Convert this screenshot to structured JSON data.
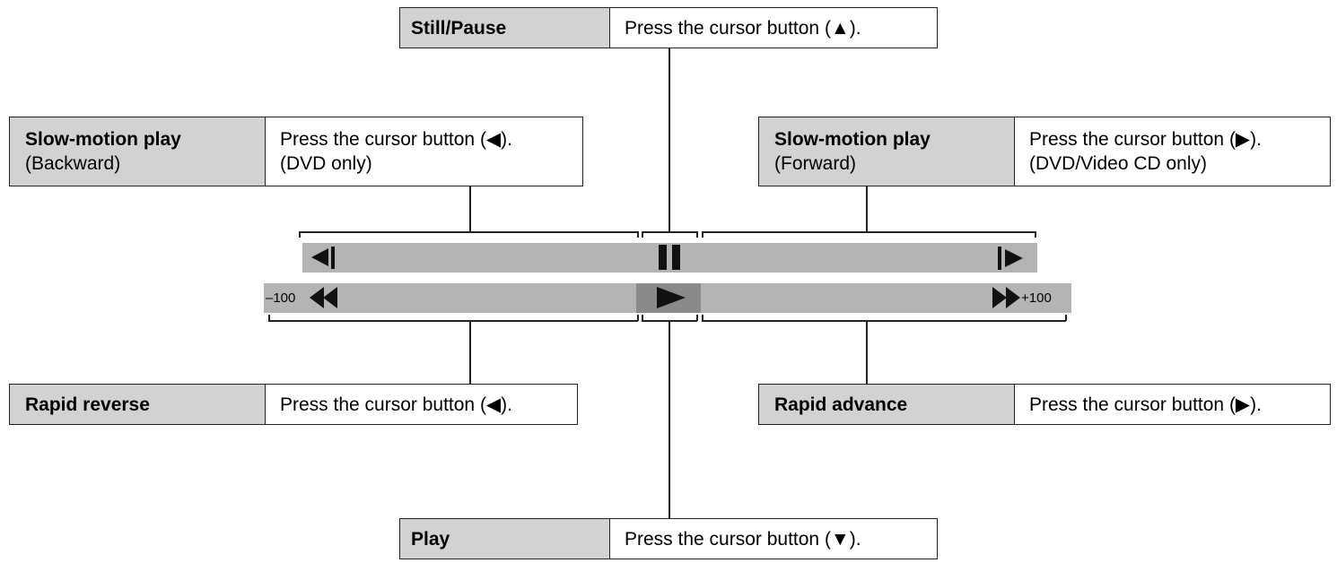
{
  "still_pause": {
    "label": "Still/Pause",
    "desc": "Press the cursor button (▲)."
  },
  "slow_back": {
    "label": "Slow-motion play",
    "sub": "(Backward)",
    "desc": "Press the cursor button (◀).",
    "desc2": "(DVD only)"
  },
  "slow_fwd": {
    "label": "Slow-motion play",
    "sub": "(Forward)",
    "desc": "Press the cursor button (▶).",
    "desc2": "(DVD/Video CD only)"
  },
  "rapid_rev": {
    "label": "Rapid reverse",
    "desc": "Press the cursor button (◀)."
  },
  "rapid_adv": {
    "label": "Rapid advance",
    "desc": "Press the cursor button (▶)."
  },
  "play": {
    "label": "Play",
    "desc": "Press the cursor button (▼)."
  },
  "scale": {
    "min": "–100",
    "max": "+100"
  },
  "colors": {
    "label_bg": "#d2d2d2",
    "bar": "#b4b4b4",
    "bar_center": "#8a8a8a"
  },
  "icons": [
    "slow-backward-icon",
    "pause-icon",
    "slow-forward-icon",
    "rewind-icon",
    "play-icon",
    "fast-forward-icon"
  ]
}
